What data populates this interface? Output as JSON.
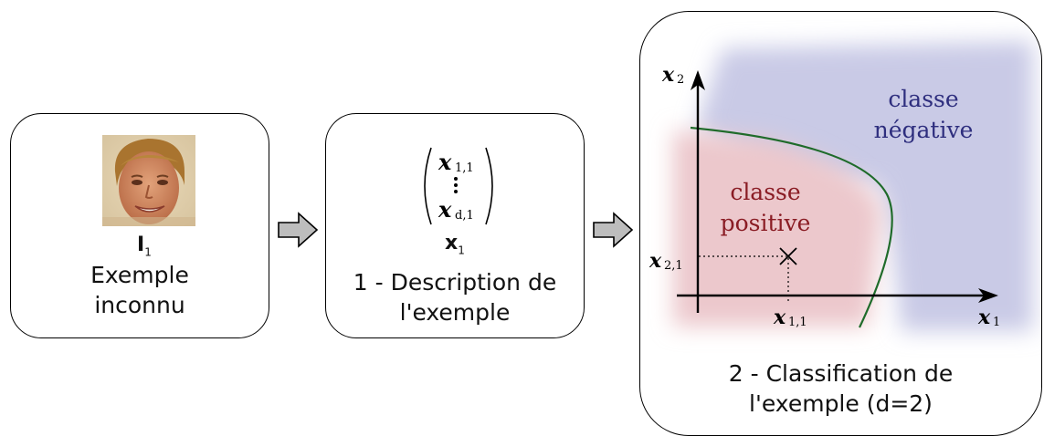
{
  "step0": {
    "symbol": "I",
    "symbol_sub": "1",
    "caption_line1": "Exemple",
    "caption_line2": "inconnu"
  },
  "step1": {
    "vector_top": "x",
    "vector_top_sub": "1,1",
    "vector_bottom": "x",
    "vector_bottom_sub": "d,1",
    "symbol": "x",
    "symbol_sub": "1",
    "caption_line1": "1 - Description de",
    "caption_line2": "l'exemple"
  },
  "step2": {
    "y_axis_label": "x",
    "y_axis_sub": "2",
    "x_axis_label": "x",
    "x_axis_sub": "1",
    "negative_line1": "classe",
    "negative_line2": "négative",
    "positive_line1": "classe",
    "positive_line2": "positive",
    "point_x_label": "x",
    "point_x_sub": "1,1",
    "point_y_label": "x",
    "point_y_sub": "2,1",
    "caption_line1": "2 - Classification de",
    "caption_line2": "l'exemple (d=2)"
  },
  "colors": {
    "negative_region": "#c9cae6",
    "positive_region": "#ecc8cc",
    "negative_text": "#2e2e7e",
    "positive_text": "#8a1c24",
    "boundary": "#1f6b2a",
    "arrow_fill": "#bdbdbd"
  }
}
